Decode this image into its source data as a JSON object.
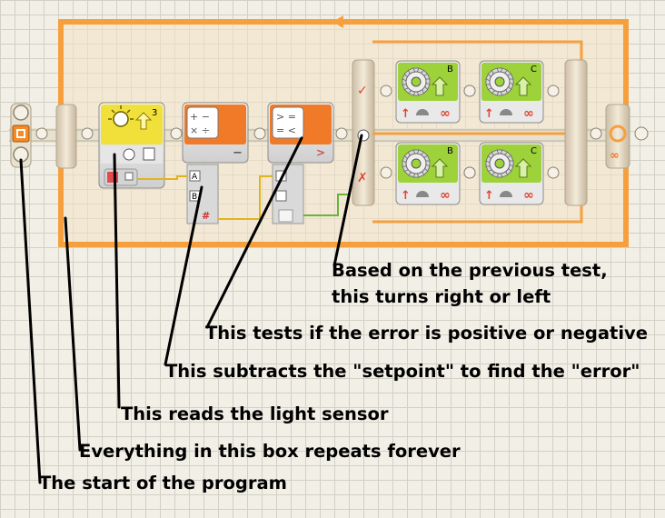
{
  "blocks": {
    "light_sensor": {
      "port": "3"
    },
    "math_block": {
      "operator": "−"
    },
    "compare_block": {
      "operator": ">"
    },
    "motor_top_left": {
      "port": "B"
    },
    "motor_top_right": {
      "port": "C"
    },
    "motor_bottom_left": {
      "port": "B"
    },
    "motor_bottom_right": {
      "port": "C"
    },
    "data_plugs": {
      "a": "A",
      "b": "B",
      "hash": "#"
    }
  },
  "annotations": [
    {
      "id": "switch",
      "text": "Based on the previous test,"
    },
    {
      "id": "switch2",
      "text": "this turns right or left"
    },
    {
      "id": "compare",
      "text": "This tests if the error is positive or negative"
    },
    {
      "id": "math",
      "text": "This subtracts the \"setpoint\" to find the \"error\""
    },
    {
      "id": "sensor",
      "text": "This reads the light sensor"
    },
    {
      "id": "loop",
      "text": "Everything in this box repeats forever"
    },
    {
      "id": "start",
      "text": "The start of the program"
    }
  ],
  "colors": {
    "loop_orange": "#f6a03d",
    "sensor_yellow": "#f2e03a",
    "action_orange": "#f07a28",
    "motor_green": "#9ed23a",
    "wire_yellow": "#e0b422",
    "wire_green": "#6ab43a"
  }
}
